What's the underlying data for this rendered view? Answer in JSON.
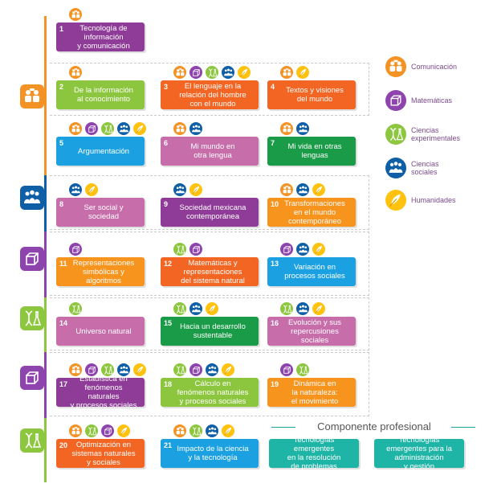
{
  "colors": {
    "comunicacion": "#f39325",
    "matematicas": "#8e44ad",
    "experimentales": "#8dc63f",
    "sociales": "#0f5fa6",
    "humanidades": "#ffc20e",
    "purple": "#8e3c97",
    "green": "#8cc63e",
    "orange": "#f26522",
    "blue": "#1ba1e2",
    "pink": "#c66daa",
    "darkgreen": "#1a9b48",
    "teal": "#1fb5a6",
    "orange2": "#f7941d"
  },
  "legend": [
    {
      "key": "comunicacion",
      "label": "Comunicación",
      "icon": "people-talking-icon"
    },
    {
      "key": "matematicas",
      "label": "Matemáticas",
      "icon": "math-cube-icon"
    },
    {
      "key": "experimentales",
      "label": "Ciencias\nexperimentales",
      "icon": "dna-flask-icon"
    },
    {
      "key": "sociales",
      "label": "Ciencias\nsociales",
      "icon": "people-group-icon"
    },
    {
      "key": "humanidades",
      "label": "Humanidades",
      "icon": "feather-icon"
    }
  ],
  "cards": [
    {
      "num": "1",
      "text": "Tecnología de\ninformación\ny comunicación",
      "color": "purple",
      "badges": [
        "comunicacion"
      ]
    },
    {
      "num": "2",
      "text": "De la información\nal conocimiento",
      "color": "green",
      "badges": [
        "comunicacion"
      ]
    },
    {
      "num": "3",
      "text": "El lenguaje en la\nrelación del hombre\ncon el mundo",
      "color": "orange",
      "badges": [
        "comunicacion",
        "matematicas",
        "experimentales",
        "sociales",
        "humanidades"
      ]
    },
    {
      "num": "4",
      "text": "Textos y visiones\ndel mundo",
      "color": "orange",
      "badges": [
        "comunicacion",
        "humanidades"
      ]
    },
    {
      "num": "5",
      "text": "Argumentación",
      "color": "blue",
      "badges": [
        "comunicacion",
        "matematicas",
        "experimentales",
        "sociales",
        "humanidades"
      ]
    },
    {
      "num": "6",
      "text": "Mi mundo en\notra lengua",
      "color": "pink",
      "badges": [
        "comunicacion",
        "sociales"
      ]
    },
    {
      "num": "7",
      "text": "Mi vida en otras\nlenguas",
      "color": "darkgreen",
      "badges": [
        "comunicacion",
        "sociales"
      ]
    },
    {
      "num": "8",
      "text": "Ser social y sociedad",
      "color": "pink",
      "badges": [
        "sociales",
        "humanidades"
      ]
    },
    {
      "num": "9",
      "text": "Sociedad mexicana\ncontemporánea",
      "color": "purple",
      "badges": [
        "sociales",
        "humanidades"
      ]
    },
    {
      "num": "10",
      "text": "Transformaciones\nen el mundo\ncontemporáneo",
      "color": "orange2",
      "badges": [
        "comunicacion",
        "sociales",
        "humanidades"
      ]
    },
    {
      "num": "11",
      "text": "Representaciones\nsimbólicas y algoritmos",
      "color": "orange2",
      "badges": [
        "matematicas"
      ]
    },
    {
      "num": "12",
      "text": "Matemáticas y\nrepresentaciones\ndel sistema natural",
      "color": "orange",
      "badges": [
        "experimentales",
        "matematicas"
      ]
    },
    {
      "num": "13",
      "text": "Variación en\nprocesos sociales",
      "color": "blue",
      "badges": [
        "matematicas",
        "sociales",
        "humanidades"
      ]
    },
    {
      "num": "14",
      "text": "Universo natural",
      "color": "pink",
      "badges": [
        "experimentales"
      ]
    },
    {
      "num": "15",
      "text": "Hacia un desarrollo\nsustentable",
      "color": "darkgreen",
      "badges": [
        "experimentales",
        "sociales",
        "humanidades"
      ]
    },
    {
      "num": "16",
      "text": "Evolución y sus\nrepercusiones sociales",
      "color": "pink",
      "badges": [
        "experimentales",
        "sociales",
        "humanidades"
      ]
    },
    {
      "num": "17",
      "text": "Estadística en\nfenómenos naturales\ny procesos sociales",
      "color": "purple",
      "badges": [
        "comunicacion",
        "matematicas",
        "experimentales",
        "sociales",
        "humanidades"
      ]
    },
    {
      "num": "18",
      "text": "Cálculo en\nfenómenos naturales\ny procesos sociales",
      "color": "green",
      "badges": [
        "experimentales",
        "matematicas",
        "sociales",
        "humanidades"
      ]
    },
    {
      "num": "19",
      "text": "Dinámica en\nla naturaleza:\nel movimiento",
      "color": "orange2",
      "badges": [
        "matematicas",
        "experimentales"
      ]
    },
    {
      "num": "20",
      "text": "Optimización en\nsistemas naturales\ny sociales",
      "color": "orange",
      "badges": [
        "comunicacion",
        "experimentales",
        "matematicas",
        "humanidades"
      ]
    },
    {
      "num": "21",
      "text": "Impacto de la ciencia\ny la tecnología",
      "color": "blue",
      "badges": [
        "comunicacion",
        "experimentales",
        "sociales",
        "humanidades"
      ]
    },
    {
      "num": "",
      "text": "Tecnologías\nemergentes\nen la resolución\nde problemas",
      "color": "teal",
      "badges": []
    },
    {
      "num": "",
      "text": "Tecnologías\nemergentes para la\nadministración\ny gestión",
      "color": "teal",
      "badges": []
    }
  ],
  "side_icons": [
    {
      "icon": "people-talking-icon",
      "key": "comunicacion"
    },
    {
      "icon": "people-group-icon",
      "key": "sociales"
    },
    {
      "icon": "math-cube-icon",
      "key": "matematicas"
    },
    {
      "icon": "dna-flask-icon",
      "key": "experimentales"
    },
    {
      "icon": "math-cube-icon",
      "key": "matematicas"
    },
    {
      "icon": "dna-flask-icon",
      "key": "experimentales"
    }
  ],
  "component_title": "Componente profesional"
}
